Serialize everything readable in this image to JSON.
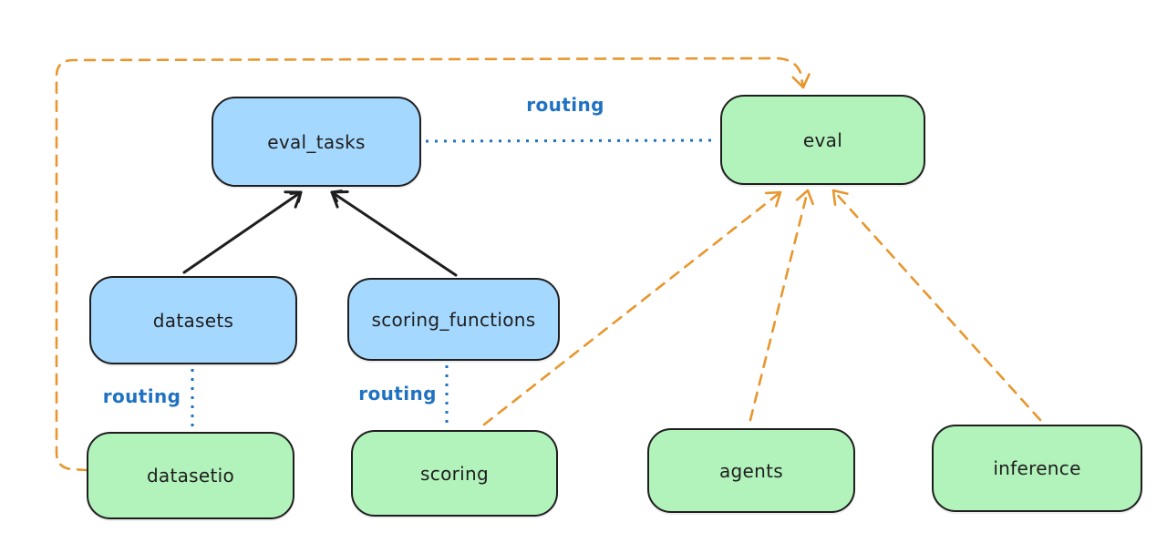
{
  "diagram": {
    "nodes": {
      "eval_tasks": {
        "label": "eval_tasks",
        "kind": "api",
        "fill": "#a5d8ff"
      },
      "eval": {
        "label": "eval",
        "kind": "provider",
        "fill": "#b2f2bb"
      },
      "datasets": {
        "label": "datasets",
        "kind": "api",
        "fill": "#a5d8ff"
      },
      "scoring_functions": {
        "label": "scoring_functions",
        "kind": "api",
        "fill": "#a5d8ff"
      },
      "datasetio": {
        "label": "datasetio",
        "kind": "provider",
        "fill": "#b2f2bb"
      },
      "scoring": {
        "label": "scoring",
        "kind": "provider",
        "fill": "#b2f2bb"
      },
      "agents": {
        "label": "agents",
        "kind": "provider",
        "fill": "#b2f2bb"
      },
      "inference": {
        "label": "inference",
        "kind": "provider",
        "fill": "#b2f2bb"
      }
    },
    "edges": [
      {
        "from": "datasets",
        "to": "eval_tasks",
        "style": "solid-arrow",
        "color": "#1e1e1e"
      },
      {
        "from": "scoring_functions",
        "to": "eval_tasks",
        "style": "solid-arrow",
        "color": "#1e1e1e"
      },
      {
        "from": "eval_tasks",
        "to": "eval",
        "style": "dotted-line",
        "label": "routing",
        "color": "#1f72c1"
      },
      {
        "from": "datasets",
        "to": "datasetio",
        "style": "dotted-line",
        "label": "routing",
        "color": "#1f72c1"
      },
      {
        "from": "scoring_functions",
        "to": "scoring",
        "style": "dotted-line",
        "label": "routing",
        "color": "#1f72c1"
      },
      {
        "from": "datasetio",
        "to": "eval",
        "style": "dashed-arrow",
        "color": "#e8962d",
        "route": "left-top-around"
      },
      {
        "from": "scoring",
        "to": "eval",
        "style": "dashed-arrow",
        "color": "#e8962d"
      },
      {
        "from": "agents",
        "to": "eval",
        "style": "dashed-arrow",
        "color": "#e8962d"
      },
      {
        "from": "inference",
        "to": "eval",
        "style": "dashed-arrow",
        "color": "#e8962d"
      }
    ]
  },
  "colors": {
    "ink": "#1e1e1e",
    "api_fill": "#a5d8ff",
    "provider_fill": "#b2f2bb",
    "routing_line": "#1f72c1",
    "dependency_line": "#e8962d",
    "background": "#ffffff"
  }
}
